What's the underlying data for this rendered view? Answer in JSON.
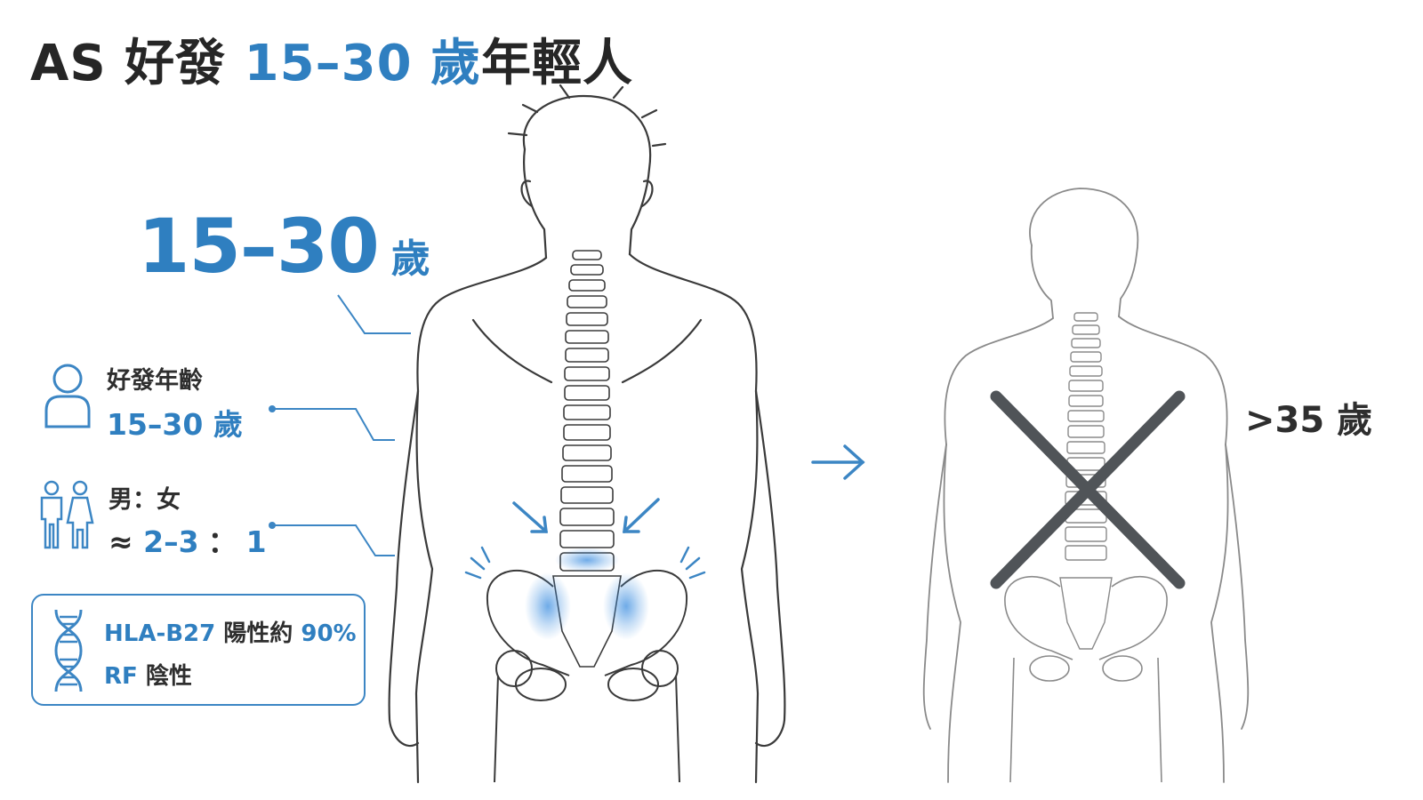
{
  "title": {
    "prefix": "AS 好發 ",
    "highlight": "15–30 歲",
    "suffix": "年輕人"
  },
  "big_age": {
    "number": "15–30",
    "unit": "歲"
  },
  "age_block": {
    "label": "好發年齡",
    "value": "15–30 歲"
  },
  "sex_block": {
    "label": "男：女",
    "approx": "≈ ",
    "value_a": "2–3",
    "colon": "：",
    "value_b": "1"
  },
  "gene_box": {
    "line1_blue": "HLA-B27",
    "line1_dark": " 陽性約 ",
    "line1_pct": "90%",
    "line2_blue": "RF",
    "line2_dark": " 陰性"
  },
  "older": {
    "label": ">35 歲"
  },
  "colors": {
    "accent": "#2f7fc0",
    "text": "#2e2e2e",
    "outline": "#3a3a3a",
    "cross": "#505458",
    "glow": "#3f8fe0"
  },
  "icons": [
    "person-icon",
    "male-female-icon",
    "dna-icon",
    "arrow-right-icon",
    "cross-icon"
  ]
}
